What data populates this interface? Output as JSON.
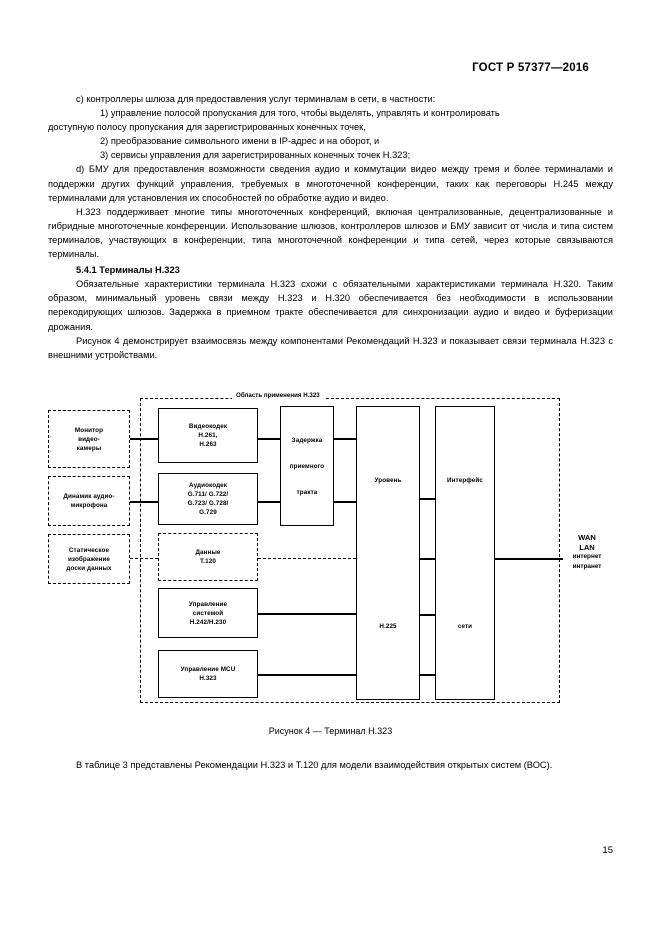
{
  "header": {
    "standard_ref": "ГОСТ Р 57377—2016"
  },
  "body": {
    "item_c": "c)  контроллеры шлюза для предоставления услуг терминалам в сети, в частности:",
    "item_c1": "1)  управление полосой пропускания для того, чтобы выделять, управлять и контролировать",
    "item_c1_cont": "доступную полосу пропускания для зарегистрированных конечных точек,",
    "item_c2": "2)  преобразование символьного имени в IP-адрес и на оборот, и",
    "item_c3": "3)  сервисы управления для зарегистрированных конечных точек H.323;",
    "item_d": "d)  БМУ для предоставления возможности сведения аудио и коммутации видео между тремя и более терминалами и поддержки других функций управления, требуемых в многоточечной конференции, таких как переговоры H.245 между терминалами для установления их способностей по обработке аудио и видео.",
    "para_h323": "H.323 поддерживает многие типы многоточечных конференций, включая централизованные, децентрализованные и гибридные многоточечные конференции. Использование шлюзов, контроллеров шлюзов и БМУ зависит от числа и типа систем терминалов, участвующих в конференции, типа многоточечной конференции и типа сетей, через которые связываются терминалы.",
    "section_heading": "5.4.1  Терминалы H.323",
    "para_terminal": "Обязательные характеристики терминала H.323 схожи с обязательными характеристиками терминала H.320. Таким образом, минимальный уровень связи между H.323 и H.320 обеспечивается без необходимости в использовании перекодирующих шлюзов. Задержка в приемном тракте обеспечивается для синхронизации аудио и видео и буферизации дрожания.",
    "para_figure_intro": "Рисунок 4 демонстрирует взаимосвязь между компонентами Рекомендаций H.323 и показывает связи терминала H.323 с внешними устройствами."
  },
  "figure": {
    "scope_label": "Область применения H.323",
    "caption": "Рисунок 4 — Терминал H.323",
    "boxes": {
      "monitor": "Монитор\nвидео-\nкамеры",
      "speaker": "Динамик аудио-\nмикрофона",
      "still_image": "Статическое\nизображение\nдоски данных",
      "video_codec": "Видеокодек\nH.261,\nH.263",
      "audio_codec": "Аудиокодек\nG.711/ G.722/\nG.723/ G.728/\nG.729",
      "data": "Данные\nТ.120",
      "system_control": "Управление\nсистемой\nH.242/H.230",
      "mcu_control": "Управление MCU\nH.323",
      "receive_delay": "Задержка\n\nприемного\n\nтракта",
      "h225_layer_top": "Уровень",
      "h225_layer_bottom": "H.225",
      "network_iface_top": "Интерфейс",
      "network_iface_bottom": "сети"
    },
    "network": {
      "line1": "WAN",
      "line2": "LAN",
      "line3": "интернет",
      "line4": "интранет"
    }
  },
  "after_figure": {
    "para_table": "В таблице 3 представлены Рекомендации H.323 и Т.120 для модели взаимодействия открытых систем (ВОС)."
  },
  "footer": {
    "page_number": "15"
  }
}
